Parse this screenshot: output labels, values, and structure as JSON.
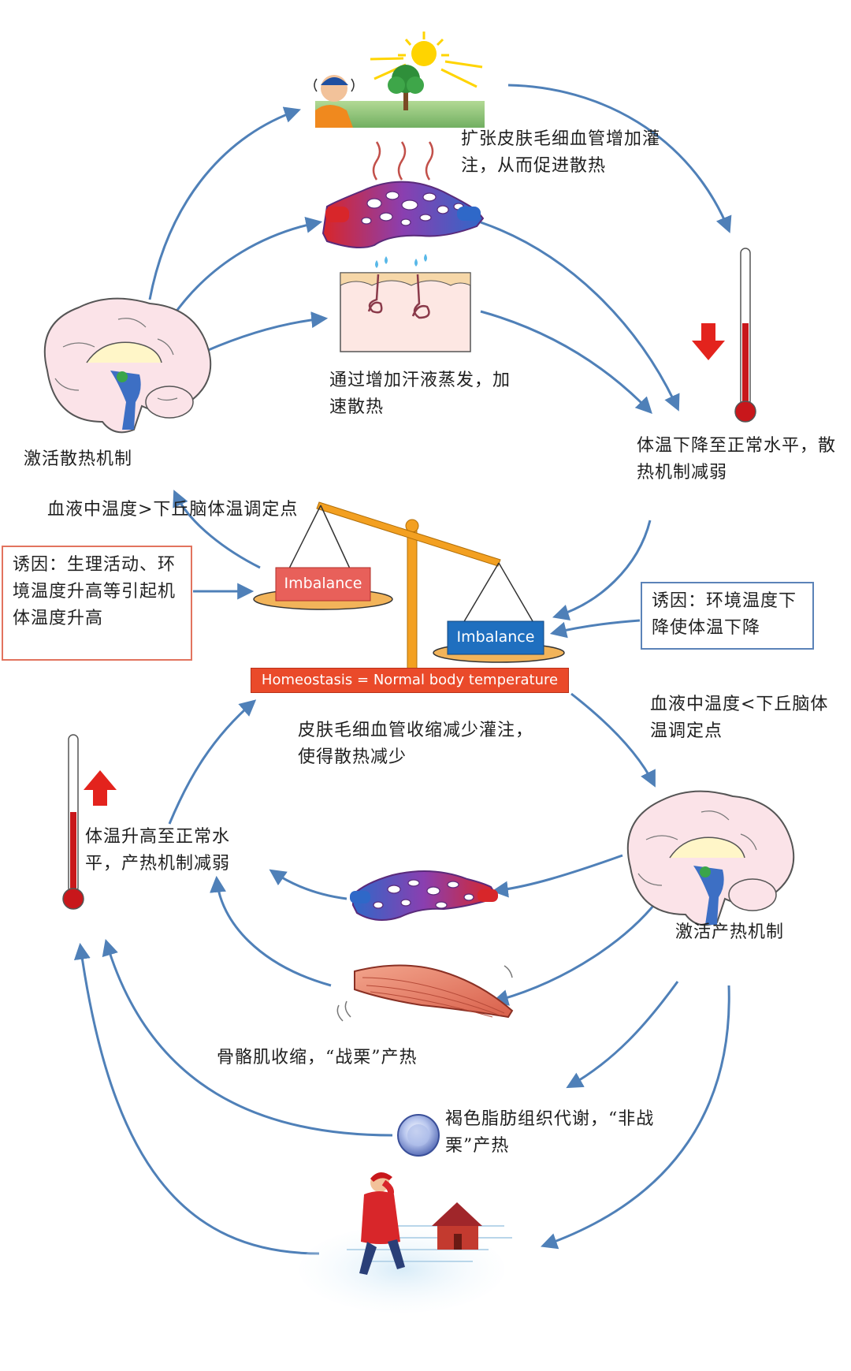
{
  "labels": {
    "vasodilation": "扩张皮肤毛细血管增加灌注，从而促进散热",
    "sweat": "通过增加汗液蒸发，加速散热",
    "temp_drop": "体温下降至正常水平，散热机制减弱",
    "activate_cooling": "激活散热机制",
    "blood_high": "血液中温度>下丘脑体温调定点",
    "vasoconstriction": "皮肤毛细血管收缩减少灌注，使得散热减少",
    "blood_low": "血液中温度<下丘脑体温调定点",
    "temp_rise": "体温升高至正常水平，产热机制减弱",
    "activate_heating": "激活产热机制",
    "shiver": "骨骼肌收缩，“战栗”产热",
    "brown_fat": "褐色脂肪组织代谢，“非战栗”产热"
  },
  "boxes": {
    "cause_high": "诱因：生理活动、环境温度升高等引起机体温度升高",
    "cause_low": "诱因：环境温度下降使体温下降"
  },
  "balance": {
    "left_pan": "Imbalance",
    "right_pan": "Imbalance",
    "base": "Homeostasis = Normal body temperature"
  },
  "colors": {
    "arrow": "#4f80b8",
    "imbalance_red": "#e8605a",
    "imbalance_blue": "#1f6fbf",
    "homeostasis_bar": "#ea4a2a",
    "thermometer_red": "#c8171b"
  }
}
